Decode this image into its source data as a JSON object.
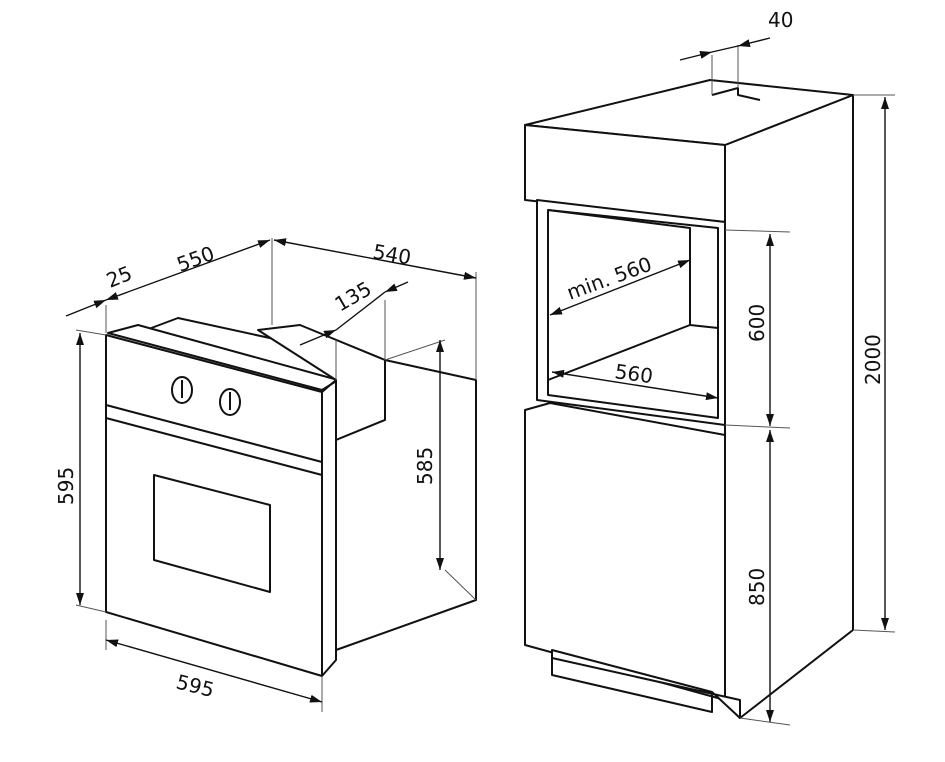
{
  "colors": {
    "line": "#111111",
    "background": "#ffffff"
  },
  "oven": {
    "depth_behind_panel": "25",
    "depth_total": "550",
    "depth_body": "540",
    "panel_offset": "135",
    "height": "595",
    "body_height": "585",
    "width": "595"
  },
  "cabinet": {
    "top_gap": "40",
    "niche_depth": "min. 560",
    "niche_width": "560",
    "niche_height": "600",
    "base_height": "850",
    "total_height": "2000"
  }
}
